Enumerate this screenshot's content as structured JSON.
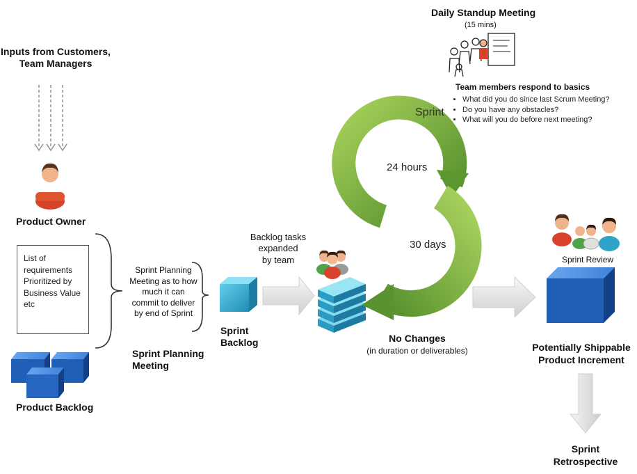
{
  "inputs": {
    "title_line1": "Inputs from Customers,",
    "title_line2": "Team Managers"
  },
  "product_owner": {
    "label": "Product Owner"
  },
  "requirements": {
    "lines": [
      "List of",
      "requirements",
      "Prioritized by",
      "Business Value",
      "etc"
    ]
  },
  "product_backlog": {
    "label": "Product Backlog"
  },
  "sprint_planning": {
    "description_lines": [
      "Sprint Planning",
      "Meeting as to how",
      "much it can",
      "commit to deliver",
      "by end of Sprint"
    ],
    "label_line1": "Sprint Planning",
    "label_line2": "Meeting"
  },
  "sprint_backlog": {
    "label_line1": "Sprint",
    "label_line2": "Backlog"
  },
  "backlog_tasks": {
    "lines": [
      "Backlog tasks",
      "expanded",
      "by team"
    ]
  },
  "standup": {
    "title": "Daily Standup Meeting",
    "duration": "(15 mins)",
    "respond_title": "Team members respond to basics",
    "questions": [
      "What did you do since last Scrum Meeting?",
      "Do you have any obstacles?",
      "What will you do before next meeting?"
    ]
  },
  "sprint_cycle": {
    "sprint_label": "Sprint",
    "daily_label": "24 hours",
    "sprint_length_label": "30 days"
  },
  "no_changes": {
    "title": "No Changes",
    "subtitle": "(in duration or deliverables)"
  },
  "sprint_review": {
    "label": "Sprint Review"
  },
  "increment": {
    "label_line1": "Potentially Shippable",
    "label_line2": "Product Increment"
  },
  "retrospective": {
    "label_line1": "Sprint",
    "label_line2": "Retrospective"
  },
  "colors": {
    "green": "#7cb83c",
    "dark_green": "#4f8a2a",
    "blue": "#1f5fb5",
    "teal": "#2fa3c8",
    "arrow_grey": "#e3e3e3"
  }
}
